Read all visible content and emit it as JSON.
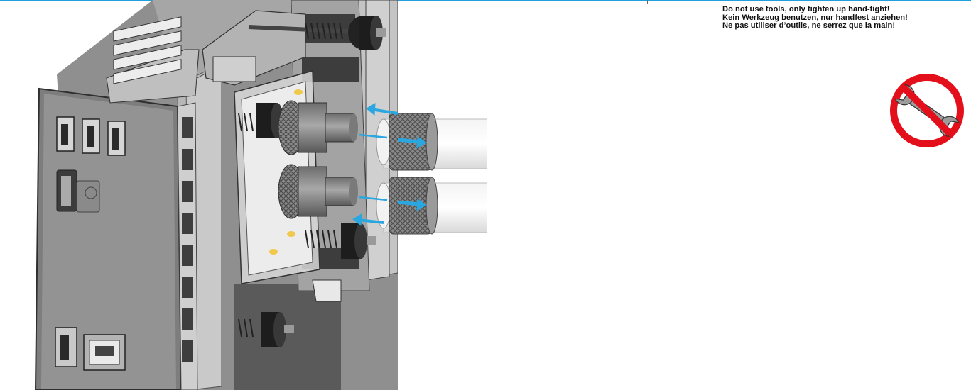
{
  "instructions": {
    "en": "Do not use tools, only tighten up hand-tight!",
    "de": "Kein Werkzeug benutzen, nur handfest anziehen!",
    "fr": "Ne pas utiliser d’outils, ne serrez que la main!"
  },
  "colors": {
    "accent_rule": "#1ea0dc",
    "arrow": "#2aa6e0",
    "prohibition_red": "#e3101b"
  },
  "icons": [
    "no-tools-sign",
    "wrench-icon"
  ]
}
